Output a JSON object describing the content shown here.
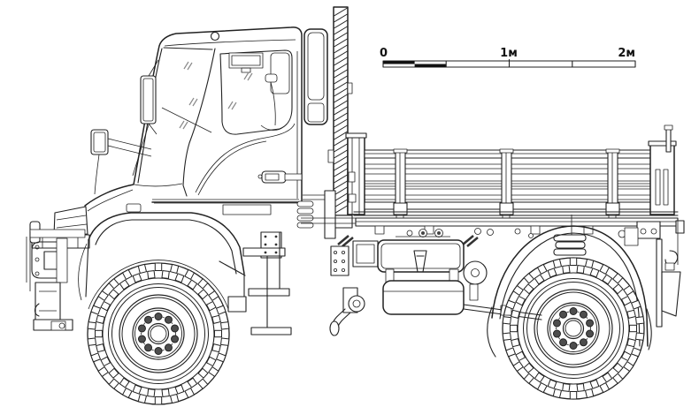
{
  "figure": {
    "subject": "flatbed-truck-side-view-technical-drawing",
    "style": "black-line-art-on-white"
  },
  "scale_bar": {
    "label_0": "0",
    "label_1m": "1м",
    "label_2m": "2м",
    "units": "м",
    "total_span_meters": 2,
    "tick_interval_meters": 0.5
  },
  "wheels": {
    "lug_count": 10,
    "tread_blocks_per_row": 26,
    "wheel_count_visible": 2
  },
  "flatbed": {
    "stake_count": 3,
    "has_headboard": true,
    "has_rear_post": true
  },
  "colors": {
    "background": "#ffffff",
    "ink": "#222222",
    "glass_mark": "#8a8a8a",
    "lug_fill": "#4d4d4d",
    "scale_fill": "#111111"
  }
}
